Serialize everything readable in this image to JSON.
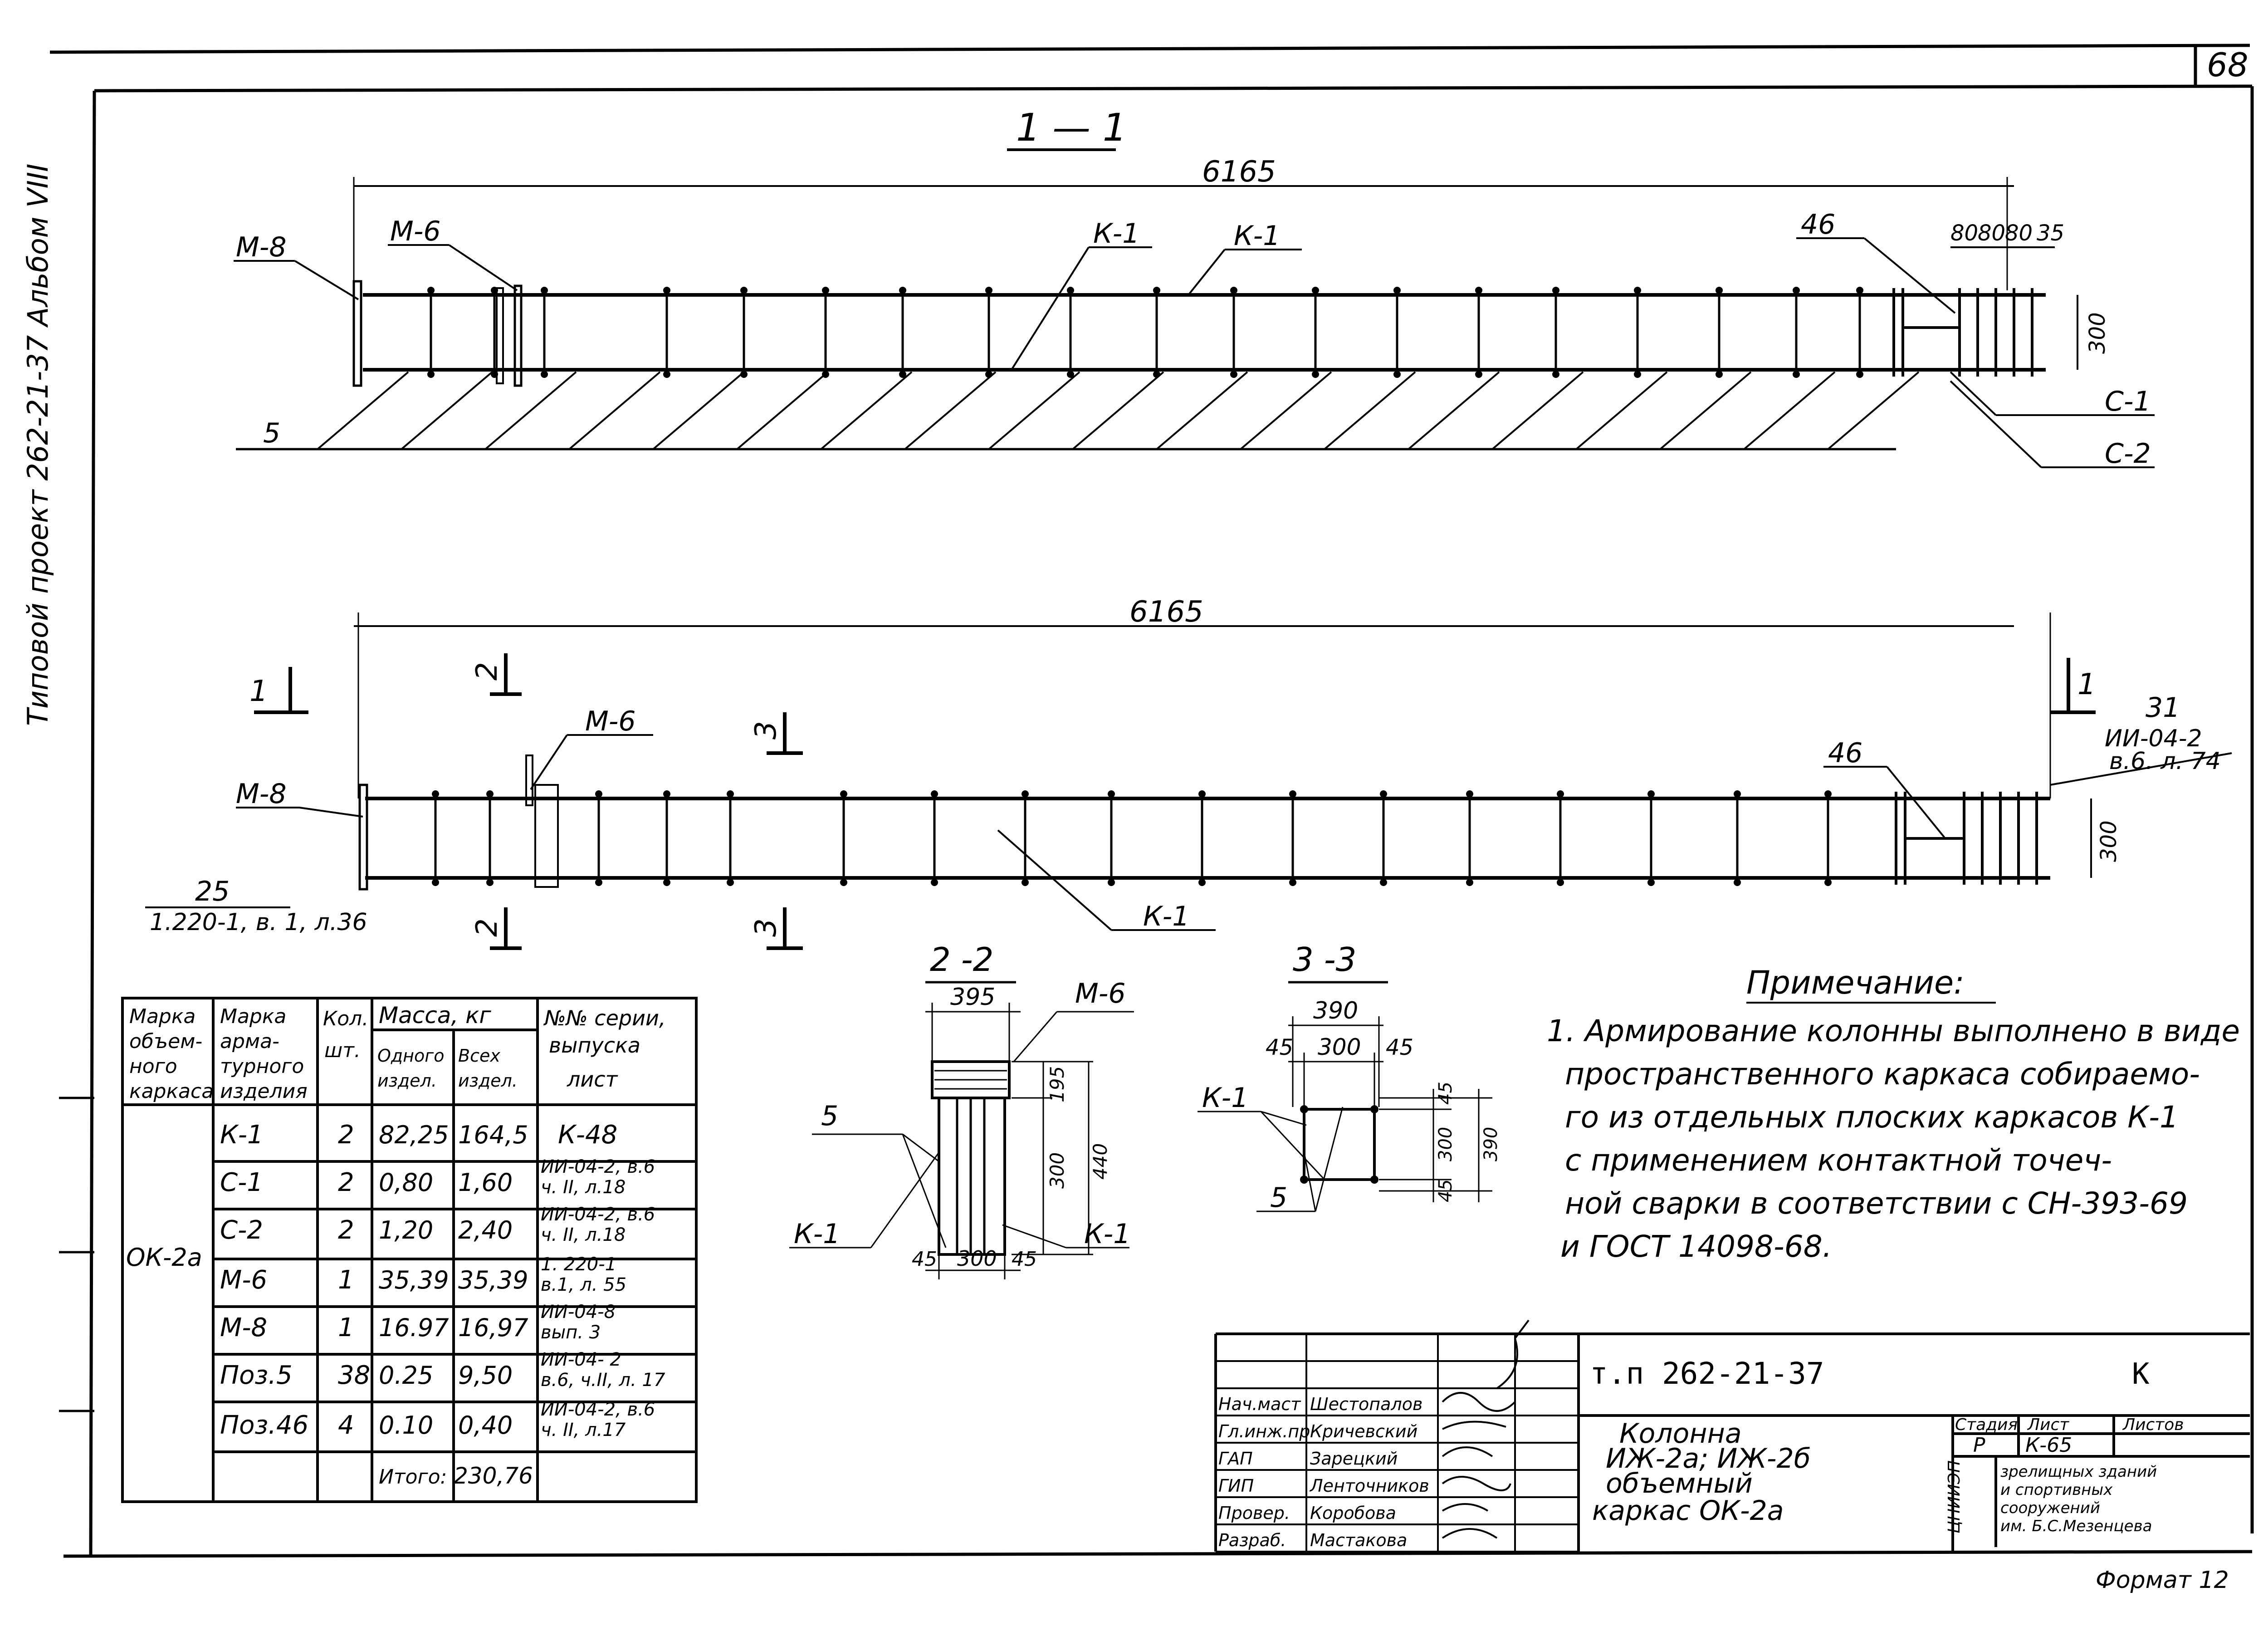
{
  "sheet_number": "68",
  "margin_text": "Типовой проект 262-21-37   Альбом VIII",
  "section_1": {
    "title": "1 — 1",
    "overall_dim": "6165",
    "labels": {
      "m8": "М-8",
      "m6": "М-6",
      "k1a": "К-1",
      "k1b": "К-1",
      "p46": "46",
      "c1": "С-1",
      "c2": "С-2",
      "p5": "5"
    },
    "end_dims": [
      "80",
      "80",
      "80",
      "35"
    ],
    "height_dim": "300"
  },
  "plan": {
    "overall_dim": "6165",
    "labels": {
      "m8": "М-8",
      "m6": "М-6",
      "k1": "К-1",
      "p46": "46",
      "p25": "25",
      "ref25": "1.220-1, в. 1, л.36",
      "p31": "31",
      "ref31a": "ИИ-04-2",
      "ref31b": "в.6. л. 74"
    },
    "cut_1": "1",
    "cut_2": "2",
    "cut_3": "3",
    "height_dim": "300"
  },
  "section_2": {
    "title": "2 -2",
    "dims": {
      "top": "395",
      "bottom": "300",
      "left": "45",
      "right": "45",
      "h195": "195",
      "h300": "300",
      "h440": "440"
    },
    "labels": {
      "m6": "М-6",
      "p5": "5",
      "k1l": "К-1",
      "k1r": "К-1"
    }
  },
  "section_3": {
    "title": "3 -3",
    "dims": {
      "top": "390",
      "mid": "300",
      "l45": "45",
      "r45": "45",
      "v45t": "45",
      "v300": "300",
      "v390": "390",
      "v45b": "45"
    },
    "labels": {
      "k1": "К-1",
      "p5": "5"
    }
  },
  "notes": {
    "heading": "Примечание:",
    "lines": [
      "1. Армирование колонны выполнено в виде",
      "пространственного каркаса собираемо-",
      "го из отдельных плоских каркасов К-1",
      "с применением контактной точеч-",
      "ной сварки в соответствии с СН-393-69",
      "и ГОСТ 14098-68."
    ]
  },
  "spec_table": {
    "headers": {
      "col1": [
        "Марка",
        "объем-",
        "ного",
        "каркаса"
      ],
      "col2": [
        "Марка",
        "арма-",
        "турного",
        "изделия"
      ],
      "col3": [
        "Кол.",
        "шт."
      ],
      "col4": "Масса, кг",
      "col4a": [
        "Одного",
        "издел."
      ],
      "col4b": [
        "Всех",
        "издел."
      ],
      "col5": [
        "№№ серии,",
        "выпуска",
        "лист"
      ]
    },
    "group": "ОК-2а",
    "rows": [
      {
        "mark": "К-1",
        "qty": "2",
        "one": "82,25",
        "all": "164,5",
        "ref": [
          "К-48",
          ""
        ]
      },
      {
        "mark": "С-1",
        "qty": "2",
        "one": "0,80",
        "all": "1,60",
        "ref": [
          "ИИ-04-2, в.6",
          "ч. II, л.18"
        ]
      },
      {
        "mark": "С-2",
        "qty": "2",
        "one": "1,20",
        "all": "2,40",
        "ref": [
          "ИИ-04-2, в.6",
          "ч. II, л.18"
        ]
      },
      {
        "mark": "М-6",
        "qty": "1",
        "one": "35,39",
        "all": "35,39",
        "ref": [
          "1. 220-1",
          "в.1, л. 55"
        ]
      },
      {
        "mark": "М-8",
        "qty": "1",
        "one": "16.97",
        "all": "16,97",
        "ref": [
          "ИИ-04-8",
          "вып. 3"
        ]
      },
      {
        "mark": "Поз.5",
        "qty": "38",
        "one": "0.25",
        "all": "9,50",
        "ref": [
          "ИИ-04- 2",
          "в.6, ч.II, л. 17"
        ]
      },
      {
        "mark": "Поз.46",
        "qty": "4",
        "one": "0.10",
        "all": "0,40",
        "ref": [
          "ИИ-04-2, в.6",
          "ч. II, л.17"
        ]
      }
    ],
    "total_label": "Итого:",
    "total_value": "230,76"
  },
  "title_block": {
    "project": "т.п   262-21-37",
    "stage_letter": "К",
    "roles": [
      "Нач.маст",
      "Гл.инж.пр",
      "ГАП",
      "ГИП",
      "Провер.",
      "Разраб."
    ],
    "names": [
      "Шестопалов",
      "Кричевский",
      "Зарецкий",
      "Ленточников",
      "Коробова",
      "Мастакова"
    ],
    "title_lines": [
      "Колонна",
      "ИЖ-2а; ИЖ-2б",
      "объемный",
      "каркас  ОК-2а"
    ],
    "stage_hdr": "Стадия",
    "sheet_hdr": "Лист",
    "sheets_hdr": "Листов",
    "stage": "Р",
    "sheet": "К-65",
    "org_lines": [
      "зрелищных зданий",
      "и спортивных",
      "сооружений",
      "им. Б.С.Мезенцева"
    ],
    "org_logo": "ЦНИИЭП",
    "format": "Формат 12"
  }
}
